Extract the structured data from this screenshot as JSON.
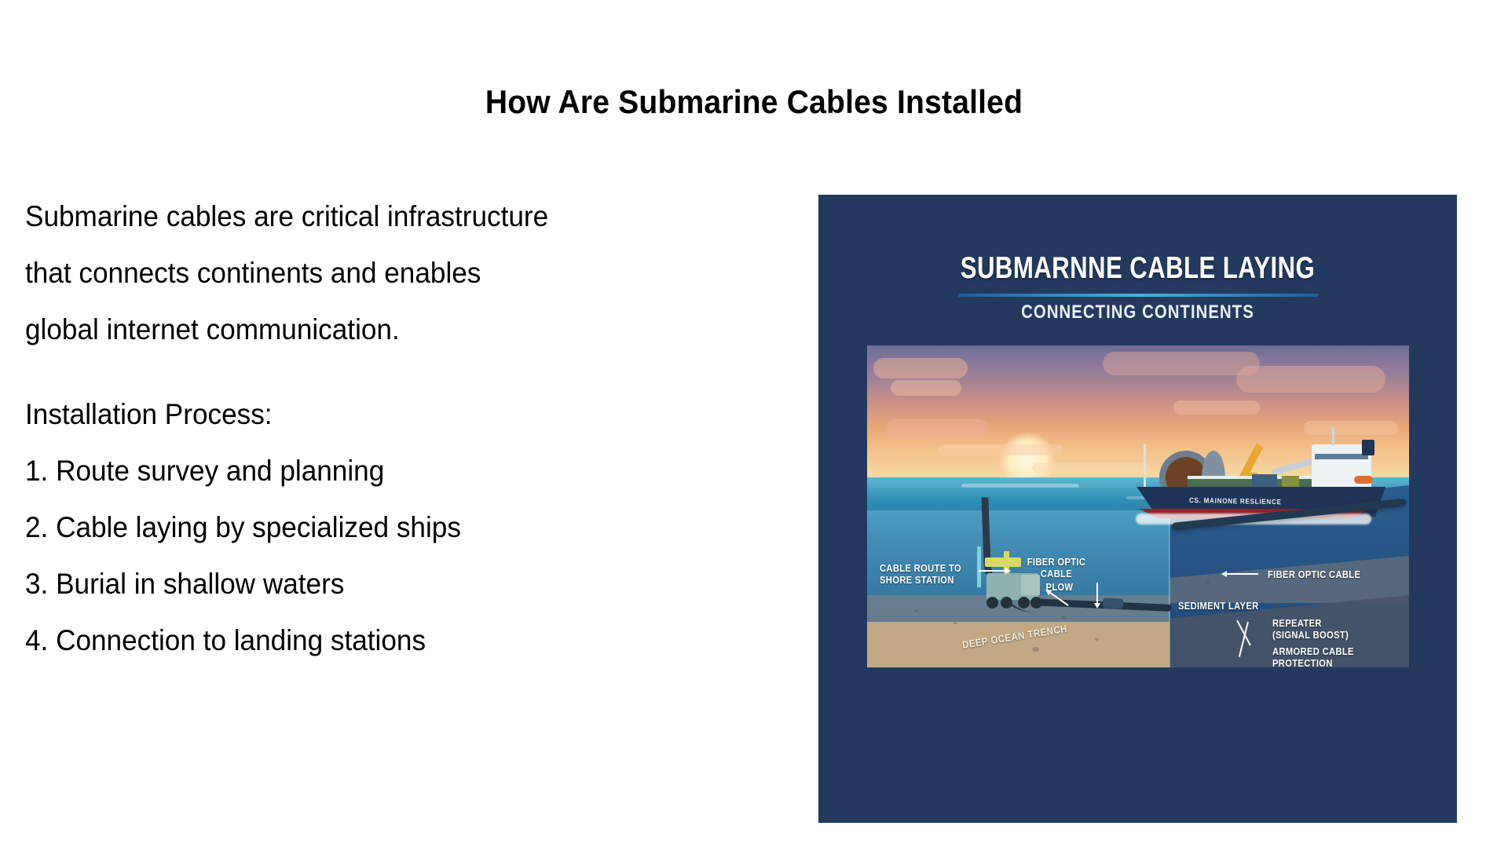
{
  "slide": {
    "title": "How Are Submarine Cables Installed",
    "background_color": "#ffffff"
  },
  "content": {
    "intro_lines": [
      "Submarine cables are critical infrastructure",
      "that connects continents and enables",
      "global internet communication."
    ],
    "process_heading": "Installation Process:",
    "process_items": [
      "1. Route survey and planning",
      "2. Cable laying by specialized ships",
      "3. Burial in shallow waters",
      "4. Connection to landing stations"
    ]
  },
  "infographic": {
    "panel_color": "#233a5e",
    "accent_color": "#3ab3e8",
    "title": "SUBMARNNE CABLE LAYING",
    "subtitle": "CONNECTING CONTINENTS",
    "ship_name": "CS. MAINONE RESLIENCE",
    "labels": {
      "cable_route": "CABLE ROUTE TO\nSHORE STATION",
      "fiber_optic_cable_left": "FIBER OPTIC\nCABLE",
      "plow": "PLOW",
      "fiber_optic_cable_right": "FIBER OPTIC CABLE",
      "sediment_layer": "SEDIMENT LAYER",
      "repeater": "REPEATER\n(SIGNAL BOOST)",
      "armored_cable": "ARMORED CABLE\nPROTECTION",
      "deep_ocean_trench": "DEEP OCEAN TRENCH"
    }
  }
}
